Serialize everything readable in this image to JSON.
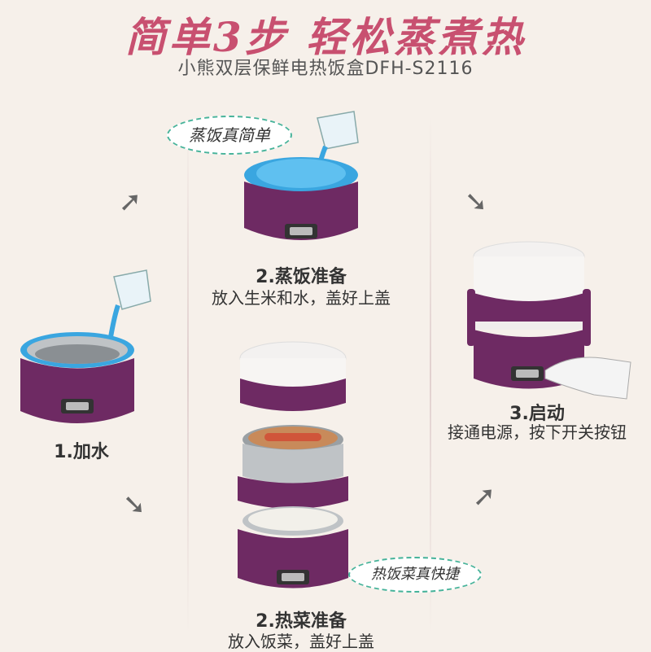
{
  "header": {
    "title": "简单3步 轻松蒸煮热",
    "subtitle": "小熊双层保鲜电热饭盒DFH-S2116"
  },
  "steps": [
    {
      "title": "1.加水",
      "desc": ""
    },
    {
      "title": "2.蒸饭准备",
      "desc": "放入生米和水，盖好上盖"
    },
    {
      "title": "2.热菜准备",
      "desc": "放入饭菜，盖好上盖"
    },
    {
      "title": "3.启动",
      "desc": "接通电源，按下开关按钮"
    }
  ],
  "bubbles": {
    "steam": "蒸饭真简单",
    "heat": "热饭菜真快捷"
  },
  "colors": {
    "accent": "#c85070",
    "body_purple": "#6e2a63",
    "water_blue": "#3aa6e0",
    "bubble_border": "#46b39a"
  },
  "icons": [
    "arrow-icon",
    "pouring-cup-icon",
    "pointing-hand-icon"
  ]
}
